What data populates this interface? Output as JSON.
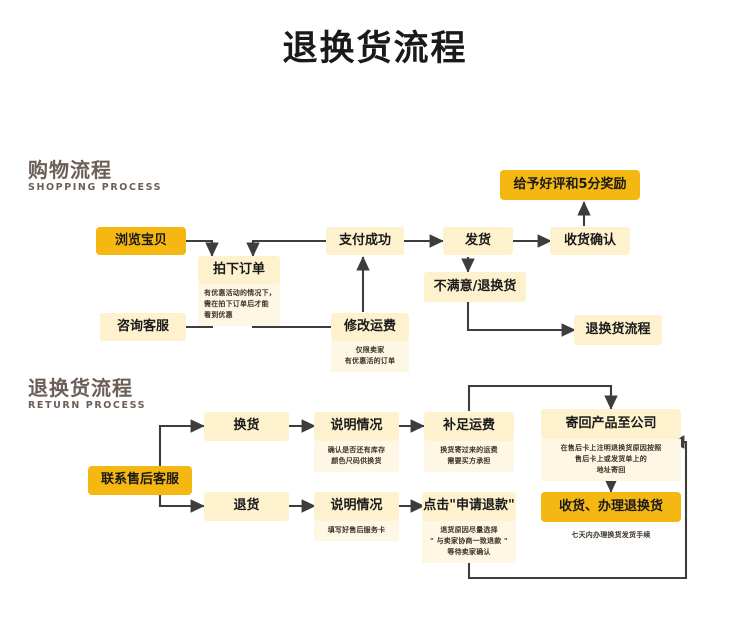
{
  "page": {
    "title": "退换货流程",
    "background": "#ffffff",
    "accent_color": "#f5b711",
    "light_color": "#fdf2cd",
    "sub_color": "#fdf7e3",
    "line_color": "#3d3d3d",
    "heading_color": "#6b5f58"
  },
  "sections": [
    {
      "id": "shopping",
      "cn": "购物流程",
      "en": "SHOPPING PROCESS"
    },
    {
      "id": "return",
      "cn": "退换货流程",
      "en": "RETURN PROCESS"
    }
  ],
  "shopping_nodes": {
    "browse": {
      "label": "浏览宝贝",
      "style": "accent"
    },
    "place_order": {
      "label": "拍下订单",
      "style": "light",
      "sub": "有优惠活动的情况下，\n需在拍下订单后才能\n看到优惠"
    },
    "contact": {
      "label": "咨询客服",
      "style": "light"
    },
    "modify_freight": {
      "label": "修改运费",
      "style": "light",
      "sub": "仅限卖家\n有优惠活的订单"
    },
    "pay_success": {
      "label": "支付成功",
      "style": "light"
    },
    "ship": {
      "label": "发货",
      "style": "light"
    },
    "confirm": {
      "label": "收货确认",
      "style": "light"
    },
    "reward": {
      "label": "给予好评和5分奖励",
      "style": "accent"
    },
    "unsatisfied": {
      "label": "不满意/退换货",
      "style": "light"
    },
    "return_flow": {
      "label": "退换货流程",
      "style": "light"
    }
  },
  "return_nodes": {
    "aftersales": {
      "label": "联系售后客服",
      "style": "accent"
    },
    "exchange": {
      "label": "换货",
      "style": "light"
    },
    "explain_ex": {
      "label": "说明情况",
      "style": "light",
      "sub": "确认是否还有库存\n颜色尺码供换货"
    },
    "freight_fill": {
      "label": "补足运费",
      "style": "light",
      "sub": "换货寄过来的运费\n需要买方承担"
    },
    "send_back": {
      "label": "寄回产品至公司",
      "style": "light",
      "sub": "在售后卡上注明退换货原因按照\n售后卡上或发货单上的\n地址寄回"
    },
    "refund_done": {
      "label": "收货、办理退换货",
      "style": "accent",
      "sub": "七天内办理换货发货手续"
    },
    "refund": {
      "label": "退货",
      "style": "light"
    },
    "explain_rt": {
      "label": "说明情况",
      "style": "light",
      "sub": "填写好售后服务卡"
    },
    "apply_refund": {
      "label": "点击\"申请退款\"",
      "style": "light",
      "sub": "退货原因尽量选择\n\" 与卖家协商一致退款 \"\n等待卖家确认"
    }
  }
}
